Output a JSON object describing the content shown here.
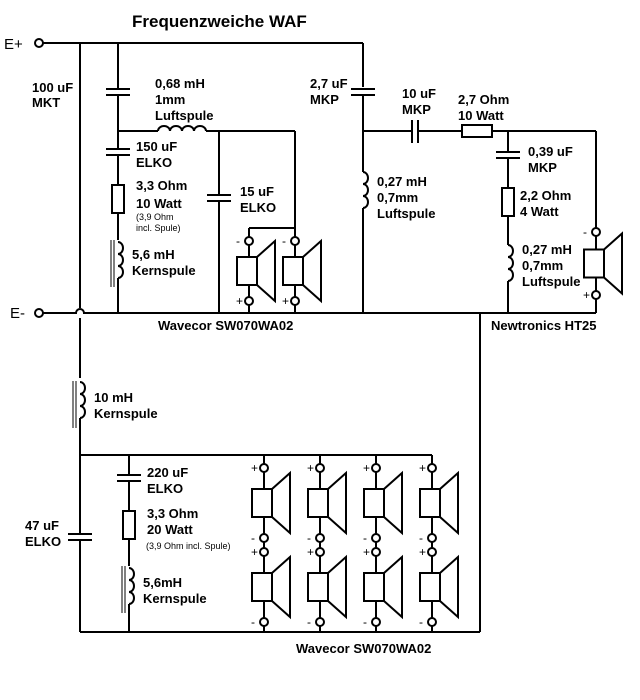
{
  "title": "Frequenzweiche  WAF",
  "terminals": {
    "positive": "E+",
    "negative": "E-"
  },
  "components": {
    "c_input": [
      "100 uF",
      "MKT"
    ],
    "l_main": [
      "0,68 mH",
      "1mm",
      "Luftspule"
    ],
    "c_zobel_mid": [
      "150 uF",
      "ELKO"
    ],
    "r_zobel_mid": [
      "3,3 Ohm",
      "10 Watt"
    ],
    "r_zobel_mid_note": [
      "(3,9 Ohm",
      "incl. Spule)"
    ],
    "l_zobel_mid": [
      "5,6 mH",
      "Kernspule"
    ],
    "c_mid_shunt": [
      "15 uF",
      "ELKO"
    ],
    "c_tweeter": [
      "2,7 uF",
      "MKP"
    ],
    "l_tweeter_shunt": [
      "0,27 mH",
      "0,7mm",
      "Luftspule"
    ],
    "c_tweeter_series": [
      "10 uF",
      "MKP"
    ],
    "r_tweeter_series": [
      "2,7 Ohm",
      "10 Watt"
    ],
    "c_tweeter_zobel": [
      "0,39 uF",
      "MKP"
    ],
    "r_tweeter_zobel": [
      "2,2 Ohm",
      "4 Watt"
    ],
    "l_tweeter_zobel": [
      "0,27 mH",
      "0,7mm",
      "Luftspule"
    ],
    "l_bass": [
      "10 mH",
      "Kernspule"
    ],
    "c_bass_zobel": [
      "220 uF",
      "ELKO"
    ],
    "r_bass_zobel": [
      "3,3 Ohm",
      "20 Watt"
    ],
    "r_bass_zobel_note": "(3,9 Ohm incl. Spule)",
    "l_bass_zobel": [
      "5,6mH",
      "Kernspule"
    ],
    "c_bass_shunt": [
      "47 uF",
      "ELKO"
    ]
  },
  "drivers": {
    "mid": "Wavecor SW070WA02",
    "tweeter": "Newtronics HT25",
    "bass": "Wavecor SW070WA02"
  },
  "polarity": {
    "plus": "+",
    "minus": "-"
  }
}
